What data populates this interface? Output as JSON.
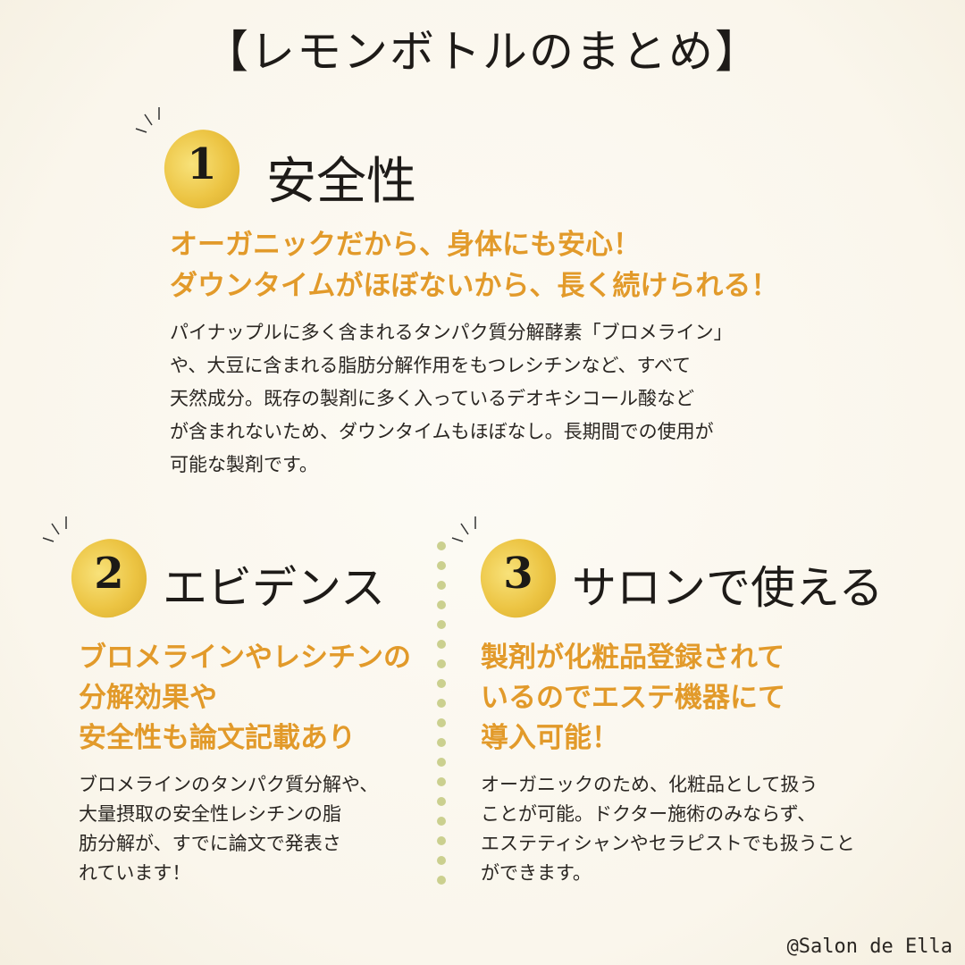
{
  "title": "【レモンボトルのまとめ】",
  "sections": [
    {
      "number": "1",
      "heading": "安全性",
      "highlights": [
        "オーガニックだから、身体にも安心！",
        "ダウンタイムがほぼないから、長く続けられる！"
      ],
      "body": [
        "パイナップルに多く含まれるタンパク質分解酵素「ブロメライン」",
        "や、大豆に含まれる脂肪分解作用をもつレシチンなど、すべて",
        "天然成分。既存の製剤に多く入っているデオキシコール酸など",
        "が含まれないため、ダウンタイムもほぼなし。長期間での使用が",
        "可能な製剤です。"
      ]
    },
    {
      "number": "2",
      "heading": "エビデンス",
      "highlights": [
        "ブロメラインやレシチンの",
        "分解効果や",
        "安全性も論文記載あり"
      ],
      "body": [
        "ブロメラインのタンパク質分解や、",
        "大量摂取の安全性レシチンの脂",
        "肪分解が、すでに論文で発表さ",
        "れています！"
      ]
    },
    {
      "number": "3",
      "heading": "サロンで使える",
      "highlights": [
        "製剤が化粧品登録されて",
        "いるのでエステ機器にて",
        "導入可能！"
      ],
      "body": [
        "オーガニックのため、化粧品として扱う",
        "ことが可能。ドクター施術のみならず、",
        "エステティシャンやセラピストでも扱うこと",
        "ができます。"
      ]
    }
  ],
  "footer": "@Salon de Ella",
  "colors": {
    "accent": "#e29a2a",
    "lemon": "#ecc443",
    "dots": "#cbd08f",
    "background": "#faf6ec"
  }
}
